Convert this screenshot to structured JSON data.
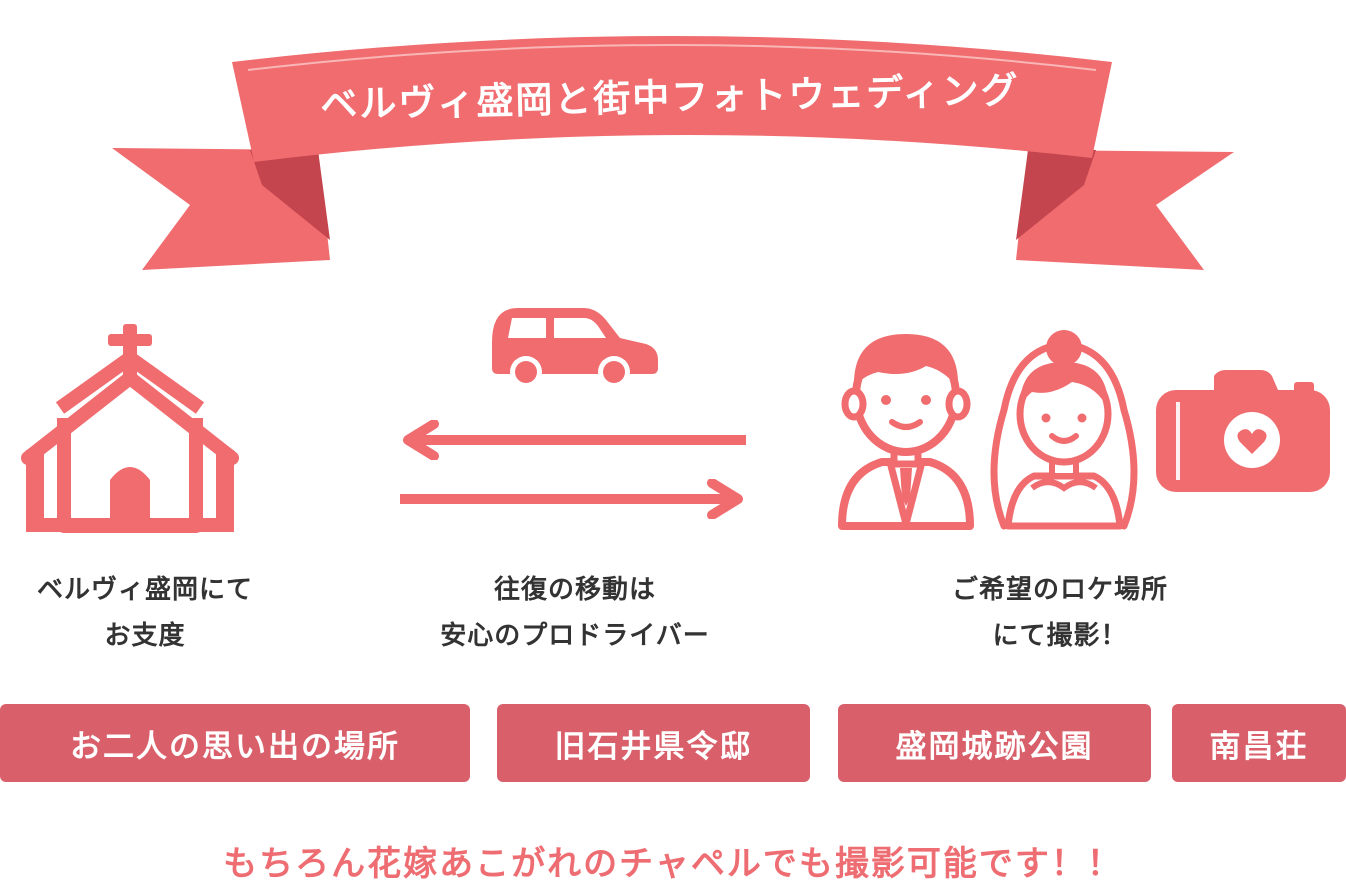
{
  "banner": {
    "title": "ベルヴィ盛岡と街中フォトウェディング"
  },
  "steps": [
    {
      "line1": "ベルヴィ盛岡にて",
      "line2": "お支度"
    },
    {
      "line1": "往復の移動は",
      "line2": "安心のプロドライバー"
    },
    {
      "line1": "ご希望のロケ場所",
      "line2": "にて撮影！"
    }
  ],
  "tags": [
    "お二人の思い出の場所",
    "旧石井県令邸",
    "盛岡城跡公園",
    "南昌荘"
  ],
  "footer": {
    "text": "もちろん花嫁あこがれのチャペルでも撮影可能です！！"
  },
  "colors": {
    "accent": "#f06c6f",
    "tag": "#d9606a",
    "text": "#333333"
  },
  "icons": [
    "church-icon",
    "car-icon",
    "arrow-left-icon",
    "arrow-right-icon",
    "groom-icon",
    "bride-icon",
    "camera-icon"
  ]
}
